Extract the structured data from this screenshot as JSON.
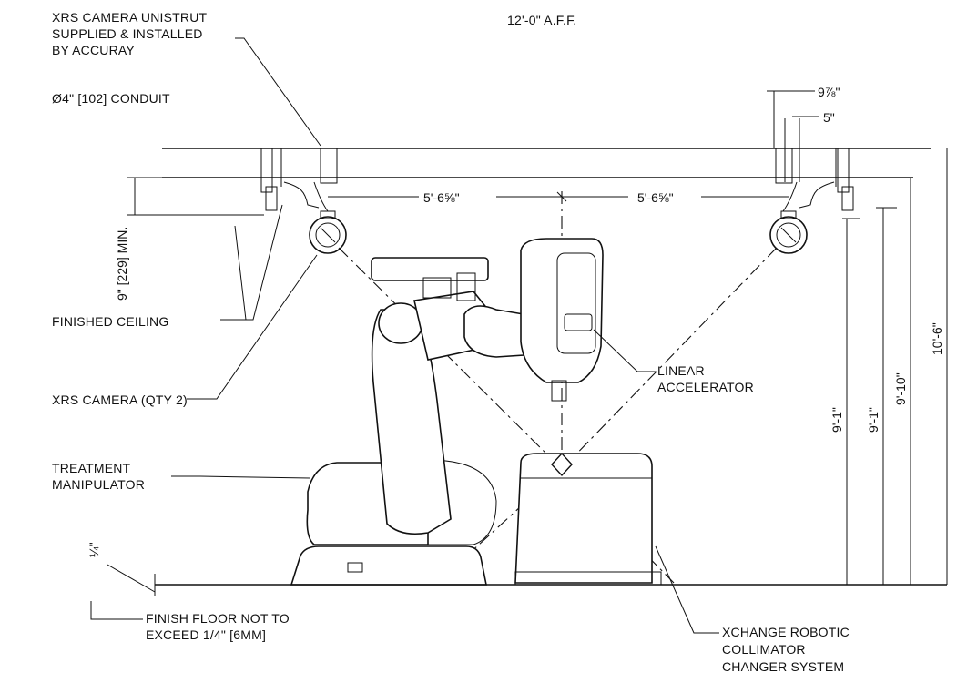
{
  "labels": {
    "top_height": "12'-0\" A.F.F.",
    "unistrut_1": "XRS CAMERA UNISTRUT",
    "unistrut_2": "SUPPLIED & INSTALLED",
    "unistrut_3": "BY ACCURAY",
    "conduit": "Ø4\" [102] CONDUIT",
    "finished_ceiling": "FINISHED CEILING",
    "xrs_camera": "XRS CAMERA (QTY 2)",
    "manipulator_1": "TREATMENT",
    "manipulator_2": "MANIPULATOR",
    "linac_1": "LINEAR",
    "linac_2": "ACCELERATOR",
    "floor_1": "FINISH FLOOR NOT TO",
    "floor_2": "EXCEED 1/4\" [6MM]",
    "xchange_1": "XCHANGE ROBOTIC",
    "xchange_2": "COLLIMATOR",
    "xchange_3": "CHANGER SYSTEM"
  },
  "dimensions": {
    "top_width": "9⅞\"",
    "top_offset": "5\"",
    "span_left": "5'-6⅝\"",
    "span_right": "5'-6⅝\"",
    "min_clear": "9\" [229] MIN.",
    "floor_tol": "¼\"",
    "h1": "9'-1\"",
    "h2": "9'-1\"",
    "h3": "9'-10\"",
    "h4": "10'-6\""
  }
}
